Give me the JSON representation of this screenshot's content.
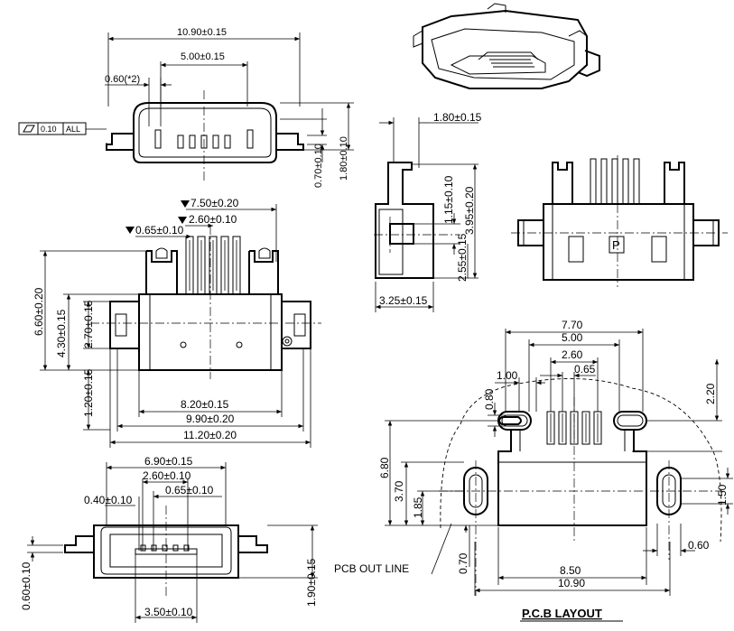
{
  "top_view": {
    "width_dim": "10.90±0.15",
    "pitch_span_dim": "5.00±0.15",
    "pin_width_dim": "0.60(*2)",
    "flatness_symbol": "⏥",
    "flatness_value": "0.10",
    "flatness_ref": "ALL",
    "thickness_dim": "0.70±0.10",
    "height_dim": "1.80±0.10"
  },
  "front_view": {
    "pins_span_dim": "7.50±0.20",
    "pin_pitch_dim": "2.60±0.10",
    "pin_width_dim": "0.65±0.10",
    "height_dim": "6.60±0.20",
    "center_dim": "4.30±0.15",
    "tab_dim": "2.70±0.15",
    "base_dim": "1.20±0.15",
    "body_width_dim": "8.20±0.15",
    "width_dim": "9.90±0.20",
    "overall_width_dim": "11.20±0.20"
  },
  "side_view": {
    "top_dim": "1.80±0.15",
    "upper_dim": "1.15±0.10",
    "total_dim": "3.95±0.20",
    "lower_dim": "2.55±0.15",
    "depth_dim": "3.25±0.15"
  },
  "rear_view": {
    "marking": "P"
  },
  "bottom_view": {
    "width_dim": "6.90±0.15",
    "pitch_dim": "2.60±0.10",
    "pin_width_dim": "0.40±0.10",
    "pin_pitch_dim": "0.65±0.10",
    "slot_dim": "3.50±0.10",
    "thickness_dim": "0.60±0.10",
    "height_dim": "1.90±0.15"
  },
  "pcb_layout": {
    "title": "P.C.B LAYOUT",
    "outline_label": "PCB OUT LINE",
    "dims": {
      "d770": "7.70",
      "d500": "5.00",
      "d260": "2.60",
      "d100": "1.00",
      "d065": "0.65",
      "d080": "0.80",
      "d220": "2.20",
      "d680": "6.80",
      "d370": "3.70",
      "d185": "1.85",
      "d150": "1.50",
      "d070": "0.70",
      "d060": "0.60",
      "d850": "8.50",
      "d1090": "10.90"
    }
  }
}
